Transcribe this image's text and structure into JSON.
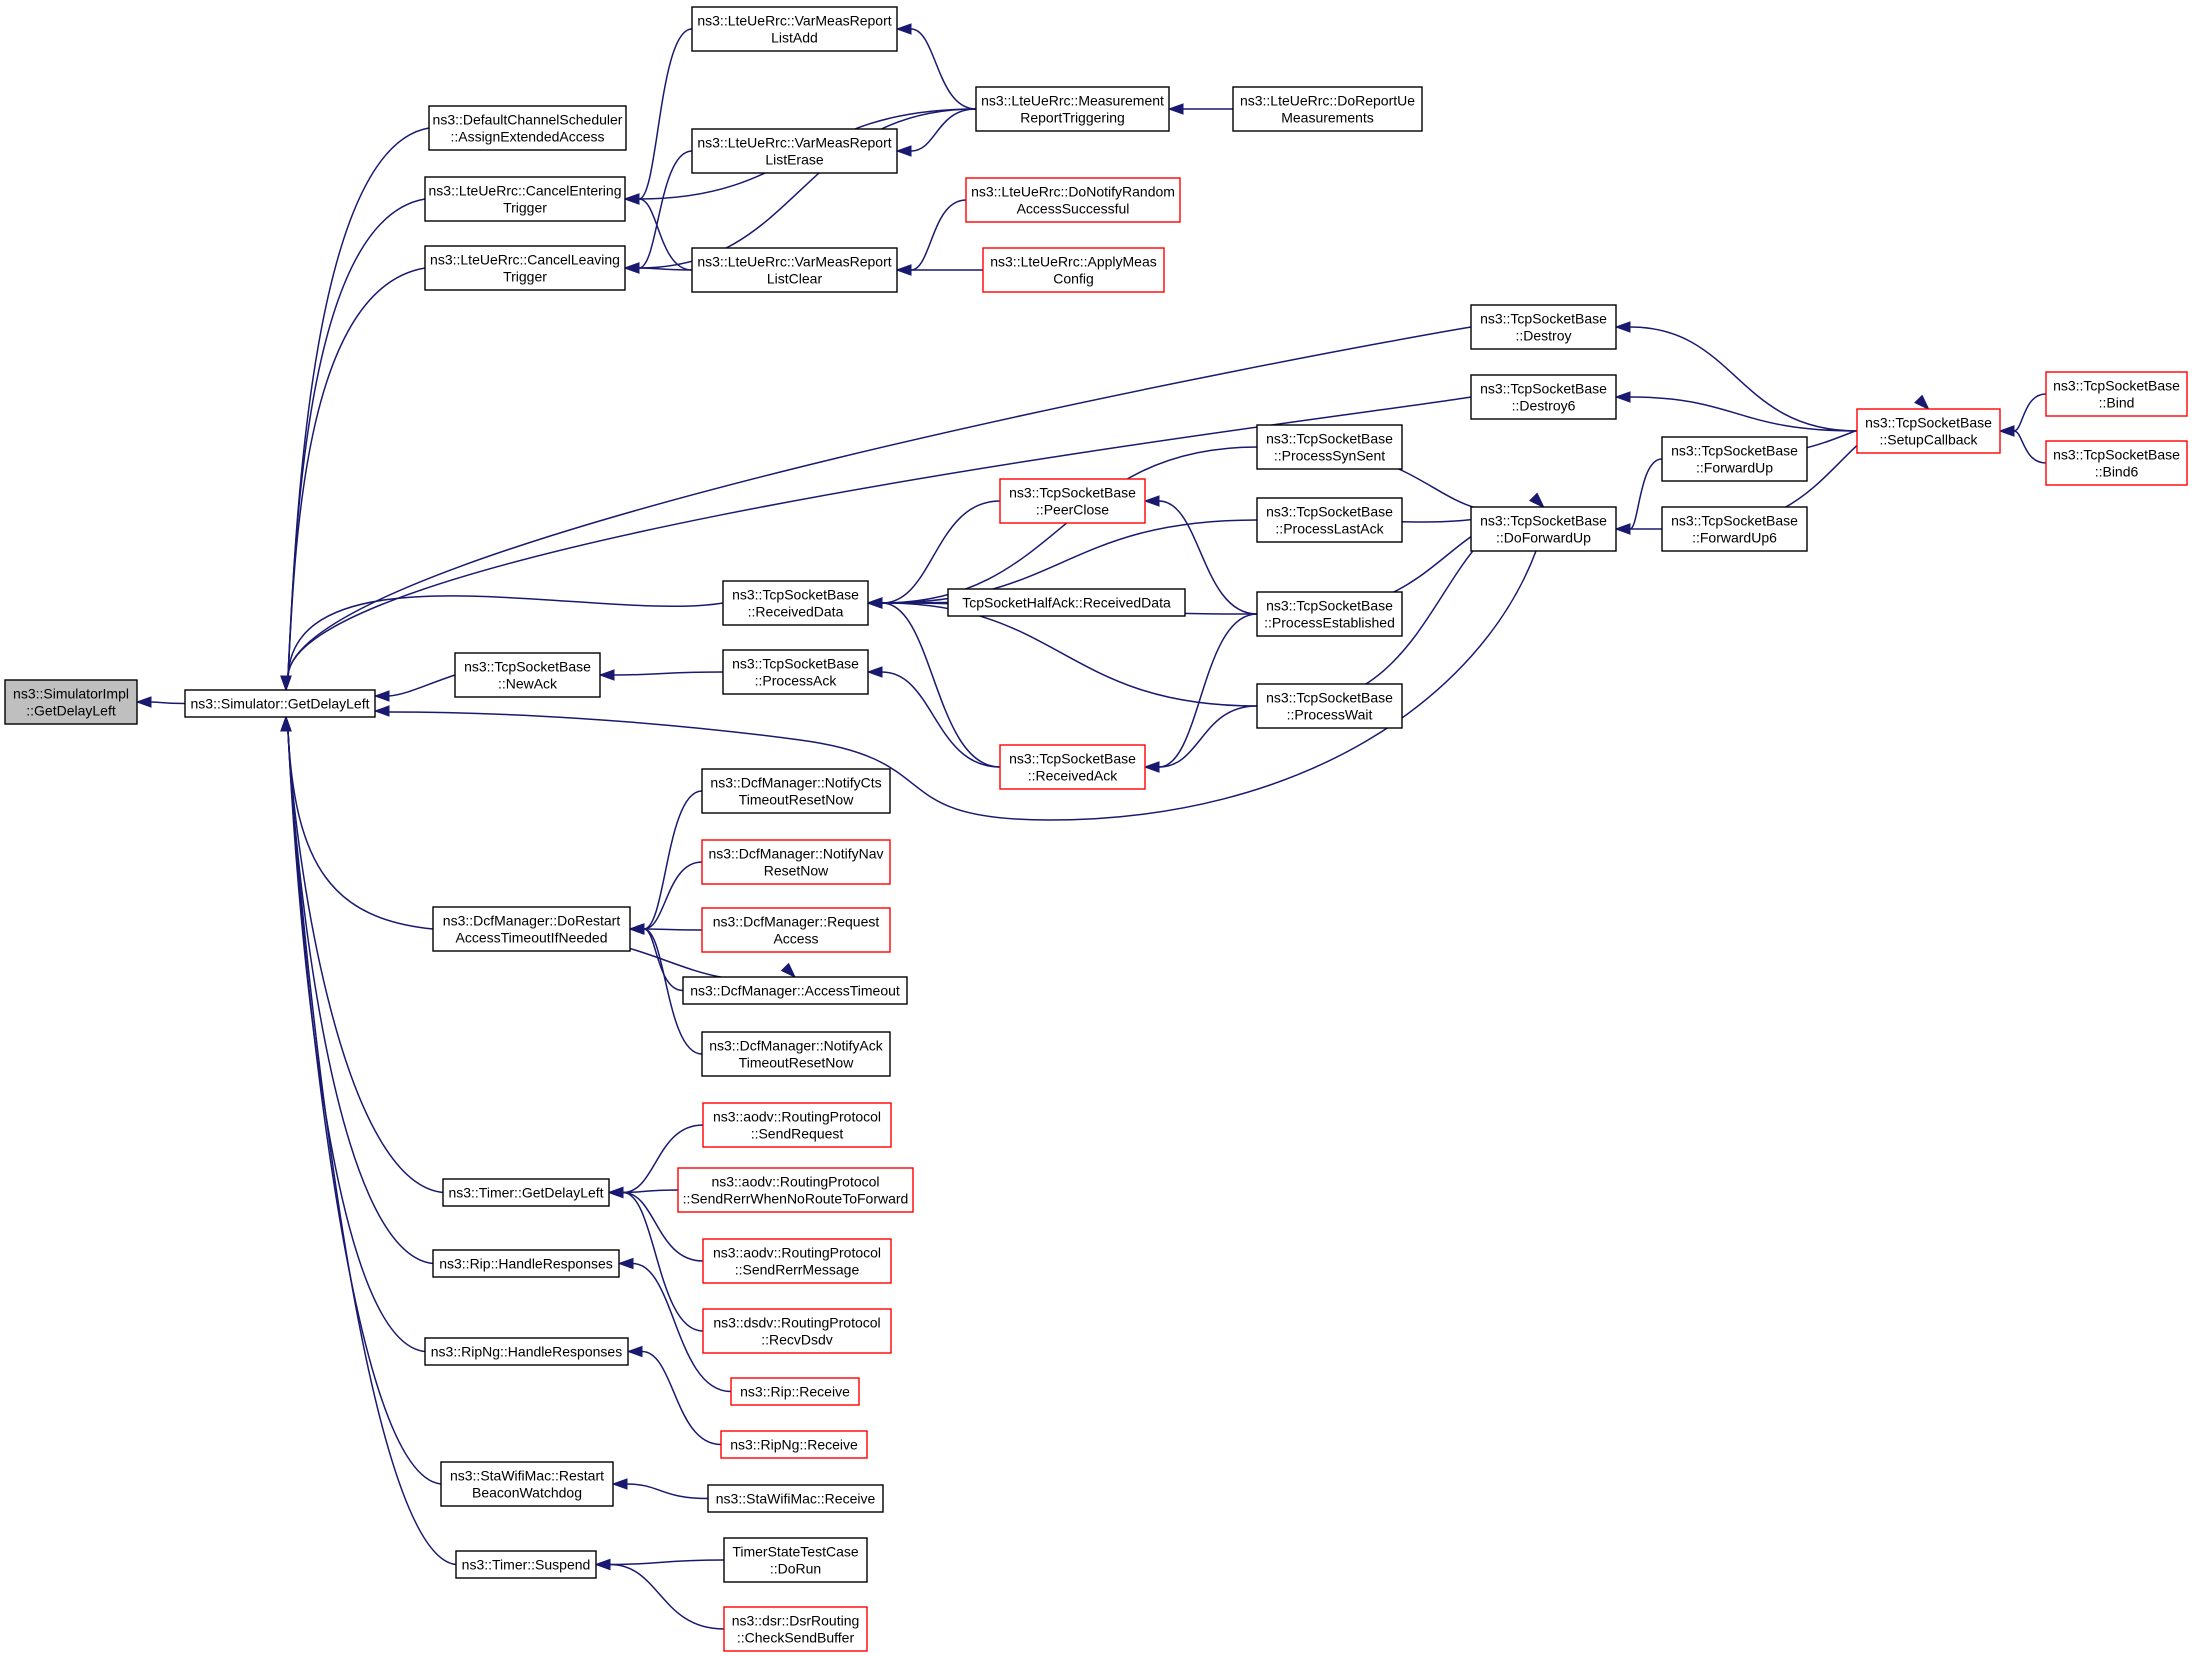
{
  "graph": {
    "nodes": [
      {
        "id": "n0",
        "lines": [
          "ns3::SimulatorImpl",
          "::GetDelayLeft"
        ],
        "style": "root"
      },
      {
        "id": "n1",
        "lines": [
          "ns3::Simulator::GetDelayLeft"
        ],
        "style": "normal"
      },
      {
        "id": "n2",
        "lines": [
          "ns3::DefaultChannelScheduler",
          "::AssignExtendedAccess"
        ],
        "style": "normal"
      },
      {
        "id": "n3",
        "lines": [
          "ns3::LteUeRrc::CancelEntering",
          "Trigger"
        ],
        "style": "normal"
      },
      {
        "id": "n4",
        "lines": [
          "ns3::LteUeRrc::CancelLeaving",
          "Trigger"
        ],
        "style": "normal"
      },
      {
        "id": "n5",
        "lines": [
          "ns3::LteUeRrc::VarMeasReport",
          "ListAdd"
        ],
        "style": "normal"
      },
      {
        "id": "n6",
        "lines": [
          "ns3::LteUeRrc::VarMeasReport",
          "ListErase"
        ],
        "style": "normal"
      },
      {
        "id": "n7",
        "lines": [
          "ns3::LteUeRrc::VarMeasReport",
          "ListClear"
        ],
        "style": "normal"
      },
      {
        "id": "n8",
        "lines": [
          "ns3::LteUeRrc::Measurement",
          "ReportTriggering"
        ],
        "style": "normal"
      },
      {
        "id": "n9",
        "lines": [
          "ns3::LteUeRrc::DoReportUe",
          "Measurements"
        ],
        "style": "normal"
      },
      {
        "id": "n10",
        "lines": [
          "ns3::LteUeRrc::DoNotifyRandom",
          "AccessSuccessful"
        ],
        "style": "red"
      },
      {
        "id": "n11",
        "lines": [
          "ns3::LteUeRrc::ApplyMeas",
          "Config"
        ],
        "style": "red"
      },
      {
        "id": "n12",
        "lines": [
          "ns3::TcpSocketBase",
          "::Destroy"
        ],
        "style": "normal"
      },
      {
        "id": "n13",
        "lines": [
          "ns3::TcpSocketBase",
          "::Destroy6"
        ],
        "style": "normal"
      },
      {
        "id": "n14",
        "lines": [
          "ns3::TcpSocketBase",
          "::SetupCallback"
        ],
        "style": "red"
      },
      {
        "id": "n15",
        "lines": [
          "ns3::TcpSocketBase",
          "::Bind"
        ],
        "style": "red"
      },
      {
        "id": "n16",
        "lines": [
          "ns3::TcpSocketBase",
          "::Bind6"
        ],
        "style": "red"
      },
      {
        "id": "n17",
        "lines": [
          "ns3::TcpSocketBase",
          "::ProcessSynSent"
        ],
        "style": "normal"
      },
      {
        "id": "n18",
        "lines": [
          "ns3::TcpSocketBase",
          "::ProcessLastAck"
        ],
        "style": "normal"
      },
      {
        "id": "n19",
        "lines": [
          "ns3::TcpSocketBase",
          "::DoForwardUp"
        ],
        "style": "normal"
      },
      {
        "id": "n20",
        "lines": [
          "ns3::TcpSocketBase",
          "::ForwardUp"
        ],
        "style": "normal"
      },
      {
        "id": "n21",
        "lines": [
          "ns3::TcpSocketBase",
          "::ForwardUp6"
        ],
        "style": "normal"
      },
      {
        "id": "n22",
        "lines": [
          "ns3::TcpSocketBase",
          "::PeerClose"
        ],
        "style": "red"
      },
      {
        "id": "n23",
        "lines": [
          "ns3::TcpSocketBase",
          "::ReceivedData"
        ],
        "style": "normal"
      },
      {
        "id": "n24",
        "lines": [
          "TcpSocketHalfAck::ReceivedData"
        ],
        "style": "normal"
      },
      {
        "id": "n25",
        "lines": [
          "ns3::TcpSocketBase",
          "::ProcessEstablished"
        ],
        "style": "normal"
      },
      {
        "id": "n26",
        "lines": [
          "ns3::TcpSocketBase",
          "::NewAck"
        ],
        "style": "normal"
      },
      {
        "id": "n27",
        "lines": [
          "ns3::TcpSocketBase",
          "::ProcessAck"
        ],
        "style": "normal"
      },
      {
        "id": "n28",
        "lines": [
          "ns3::TcpSocketBase",
          "::ProcessWait"
        ],
        "style": "normal"
      },
      {
        "id": "n29",
        "lines": [
          "ns3::TcpSocketBase",
          "::ReceivedAck"
        ],
        "style": "red"
      },
      {
        "id": "n30",
        "lines": [
          "ns3::DcfManager::NotifyCts",
          "TimeoutResetNow"
        ],
        "style": "normal"
      },
      {
        "id": "n31",
        "lines": [
          "ns3::DcfManager::NotifyNav",
          "ResetNow"
        ],
        "style": "red"
      },
      {
        "id": "n32",
        "lines": [
          "ns3::DcfManager::DoRestart",
          "AccessTimeoutIfNeeded"
        ],
        "style": "normal"
      },
      {
        "id": "n33",
        "lines": [
          "ns3::DcfManager::Request",
          "Access"
        ],
        "style": "red"
      },
      {
        "id": "n34",
        "lines": [
          "ns3::DcfManager::AccessTimeout"
        ],
        "style": "normal"
      },
      {
        "id": "n35",
        "lines": [
          "ns3::DcfManager::NotifyAck",
          "TimeoutResetNow"
        ],
        "style": "normal"
      },
      {
        "id": "n36",
        "lines": [
          "ns3::aodv::RoutingProtocol",
          "::SendRequest"
        ],
        "style": "red"
      },
      {
        "id": "n37",
        "lines": [
          "ns3::Timer::GetDelayLeft"
        ],
        "style": "normal"
      },
      {
        "id": "n38",
        "lines": [
          "ns3::aodv::RoutingProtocol",
          "::SendRerrWhenNoRouteToForward"
        ],
        "style": "red"
      },
      {
        "id": "n39",
        "lines": [
          "ns3::aodv::RoutingProtocol",
          "::SendRerrMessage"
        ],
        "style": "red"
      },
      {
        "id": "n40",
        "lines": [
          "ns3::Rip::HandleResponses"
        ],
        "style": "normal"
      },
      {
        "id": "n41",
        "lines": [
          "ns3::dsdv::RoutingProtocol",
          "::RecvDsdv"
        ],
        "style": "red"
      },
      {
        "id": "n42",
        "lines": [
          "ns3::RipNg::HandleResponses"
        ],
        "style": "normal"
      },
      {
        "id": "n43",
        "lines": [
          "ns3::Rip::Receive"
        ],
        "style": "red"
      },
      {
        "id": "n44",
        "lines": [
          "ns3::RipNg::Receive"
        ],
        "style": "red"
      },
      {
        "id": "n45",
        "lines": [
          "ns3::StaWifiMac::Restart",
          "BeaconWatchdog"
        ],
        "style": "normal"
      },
      {
        "id": "n46",
        "lines": [
          "ns3::StaWifiMac::Receive"
        ],
        "style": "normal"
      },
      {
        "id": "n47",
        "lines": [
          "ns3::Timer::Suspend"
        ],
        "style": "normal"
      },
      {
        "id": "n48",
        "lines": [
          "TimerStateTestCase",
          "::DoRun"
        ],
        "style": "normal"
      },
      {
        "id": "n49",
        "lines": [
          "ns3::dsr::DsrRouting",
          "::CheckSendBuffer"
        ],
        "style": "red"
      }
    ]
  }
}
